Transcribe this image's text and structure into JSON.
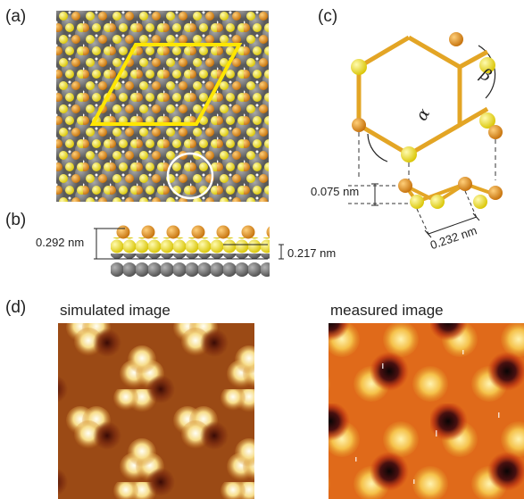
{
  "panels": {
    "a": "(a)",
    "b": "(b)",
    "c": "(c)",
    "d": "(d)"
  },
  "side_view": {
    "total_height": "0.292 nm",
    "layer_gap": "0.217 nm"
  },
  "hexagon": {
    "angle_alpha": "α",
    "angle_beta": "β",
    "buckling": "0.075 nm",
    "bond_length": "0.232 nm"
  },
  "images": {
    "simulated_caption": "simulated image",
    "measured_caption": "measured image"
  },
  "colors": {
    "gray_atom": "#6e6e6e",
    "yellow_atom": "#f2e21c",
    "orange_atom": "#e08c1a",
    "unit_cell": "#ffe600"
  }
}
